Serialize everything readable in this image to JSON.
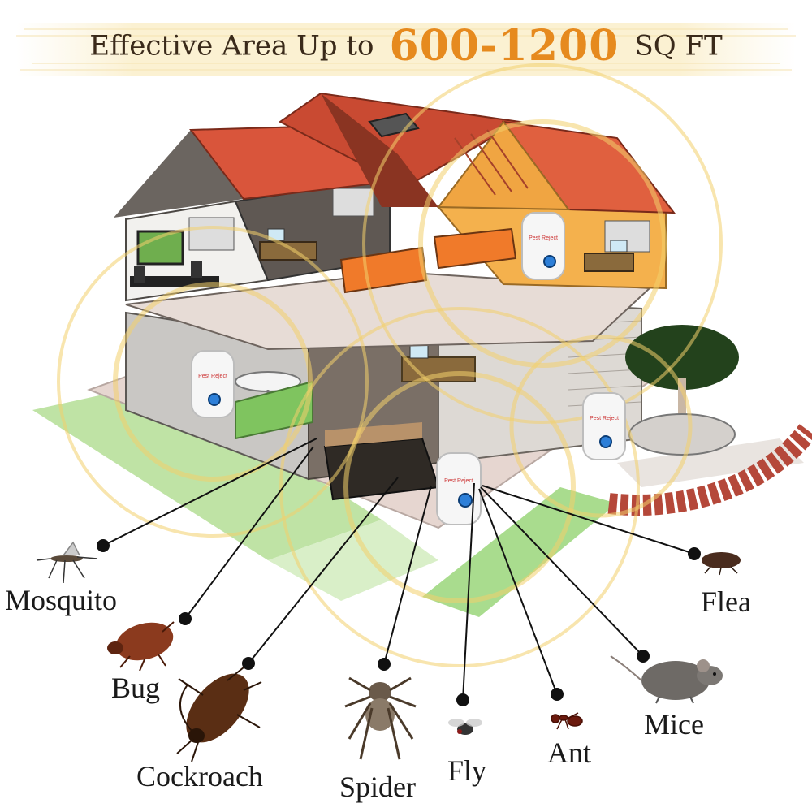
{
  "banner": {
    "prefix": "Effective Area Up to",
    "range": "600-1200",
    "suffix": "SQ FT"
  },
  "device": {
    "logo_text": "Pest Reject"
  },
  "pests": [
    {
      "id": "mosquito",
      "label": "Mosquito",
      "icon": "mosquito-icon"
    },
    {
      "id": "bug",
      "label": "Bug",
      "icon": "bug-icon"
    },
    {
      "id": "cockroach",
      "label": "Cockroach",
      "icon": "cockroach-icon"
    },
    {
      "id": "spider",
      "label": "Spider",
      "icon": "spider-icon"
    },
    {
      "id": "fly",
      "label": "Fly",
      "icon": "fly-icon"
    },
    {
      "id": "ant",
      "label": "Ant",
      "icon": "ant-icon"
    },
    {
      "id": "mice",
      "label": "Mice",
      "icon": "mouse-icon"
    },
    {
      "id": "flea",
      "label": "Flea",
      "icon": "flea-icon"
    }
  ],
  "colors": {
    "banner_number": "#e68a1e",
    "roof": "#d9553b",
    "wave": "#f2d06b",
    "grass": "#a9dc8e",
    "device_button": "#2d7fd8"
  }
}
